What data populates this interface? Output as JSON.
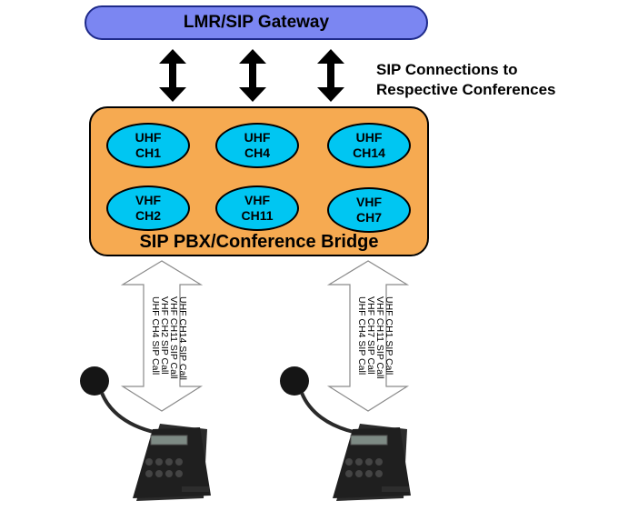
{
  "gateway": {
    "label": "LMR/SIP Gateway"
  },
  "sip_connections": {
    "line1": "SIP Connections to",
    "line2": "Respective Conferences"
  },
  "pbx": {
    "title": "SIP PBX/Conference Bridge",
    "channels": [
      {
        "band": "UHF",
        "channel": "CH1"
      },
      {
        "band": "UHF",
        "channel": "CH4"
      },
      {
        "band": "UHF",
        "channel": "CH14"
      },
      {
        "band": "VHF",
        "channel": "CH2"
      },
      {
        "band": "VHF",
        "channel": "CH11"
      },
      {
        "band": "VHF",
        "channel": "CH7"
      }
    ]
  },
  "consoles": [
    {
      "calls": [
        "UHF CH14 SIP Call",
        "VHF CH11 SIP Call",
        "VHF CH2 SIP Call",
        "UHF CH4 SIP Call"
      ]
    },
    {
      "calls": [
        "UHF CH1 SIP Call",
        "VHF CH11 SIP Call",
        "VHF CH7 SIP Call",
        "UHF CH4 SIP Call"
      ]
    }
  ],
  "colors": {
    "gateway_fill": "#7b86f2",
    "pbx_fill": "#f6aa51",
    "channel_fill": "#00c6f2",
    "arrow": "#000000"
  }
}
